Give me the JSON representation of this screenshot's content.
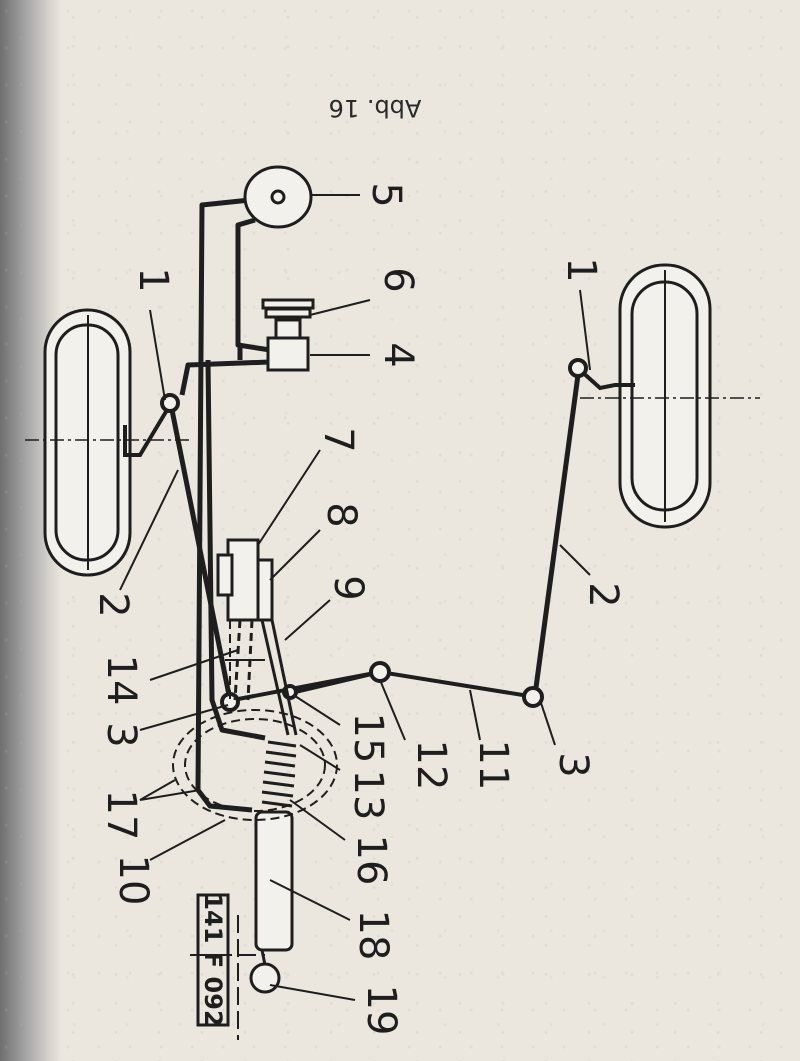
{
  "figure": {
    "caption": "Abb. 16",
    "code": "141 F 092"
  },
  "labels": [
    "1",
    "1",
    "2",
    "2",
    "3",
    "3",
    "4",
    "5",
    "6",
    "7",
    "8",
    "9",
    "10",
    "11",
    "12",
    "13",
    "14",
    "15",
    "16",
    "17",
    "18",
    "19"
  ]
}
